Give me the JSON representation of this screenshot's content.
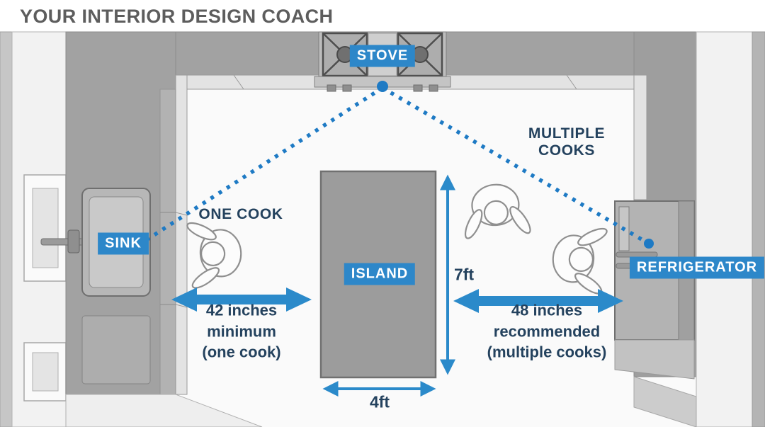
{
  "header": {
    "title": "YOUR INTERIOR DESIGN COACH"
  },
  "appliance_labels": {
    "stove": "STOVE",
    "sink": "SINK",
    "island": "ISLAND",
    "refrigerator": "REFRIGERATOR"
  },
  "annotations": {
    "one_cook": "ONE COOK",
    "multiple_cooks_line1": "MULTIPLE",
    "multiple_cooks_line2": "COOKS"
  },
  "measurements": {
    "left_clearance": {
      "value": "42 inches",
      "qualifier": "minimum",
      "context": "(one cook)"
    },
    "right_clearance": {
      "value": "48 inches",
      "qualifier": "recommended",
      "context": "(multiple cooks)"
    },
    "island_length": "7ft",
    "island_width": "4ft"
  },
  "colors": {
    "accent_blue": "#2d87c9",
    "arrow_blue": "#2b8aca",
    "dotted_line_blue": "#1e7ac4",
    "navy_text": "#24425e",
    "title_gray": "#5d5d5d",
    "counter_gray": "#a2a2a2",
    "island_gray": "#9c9c9c"
  }
}
